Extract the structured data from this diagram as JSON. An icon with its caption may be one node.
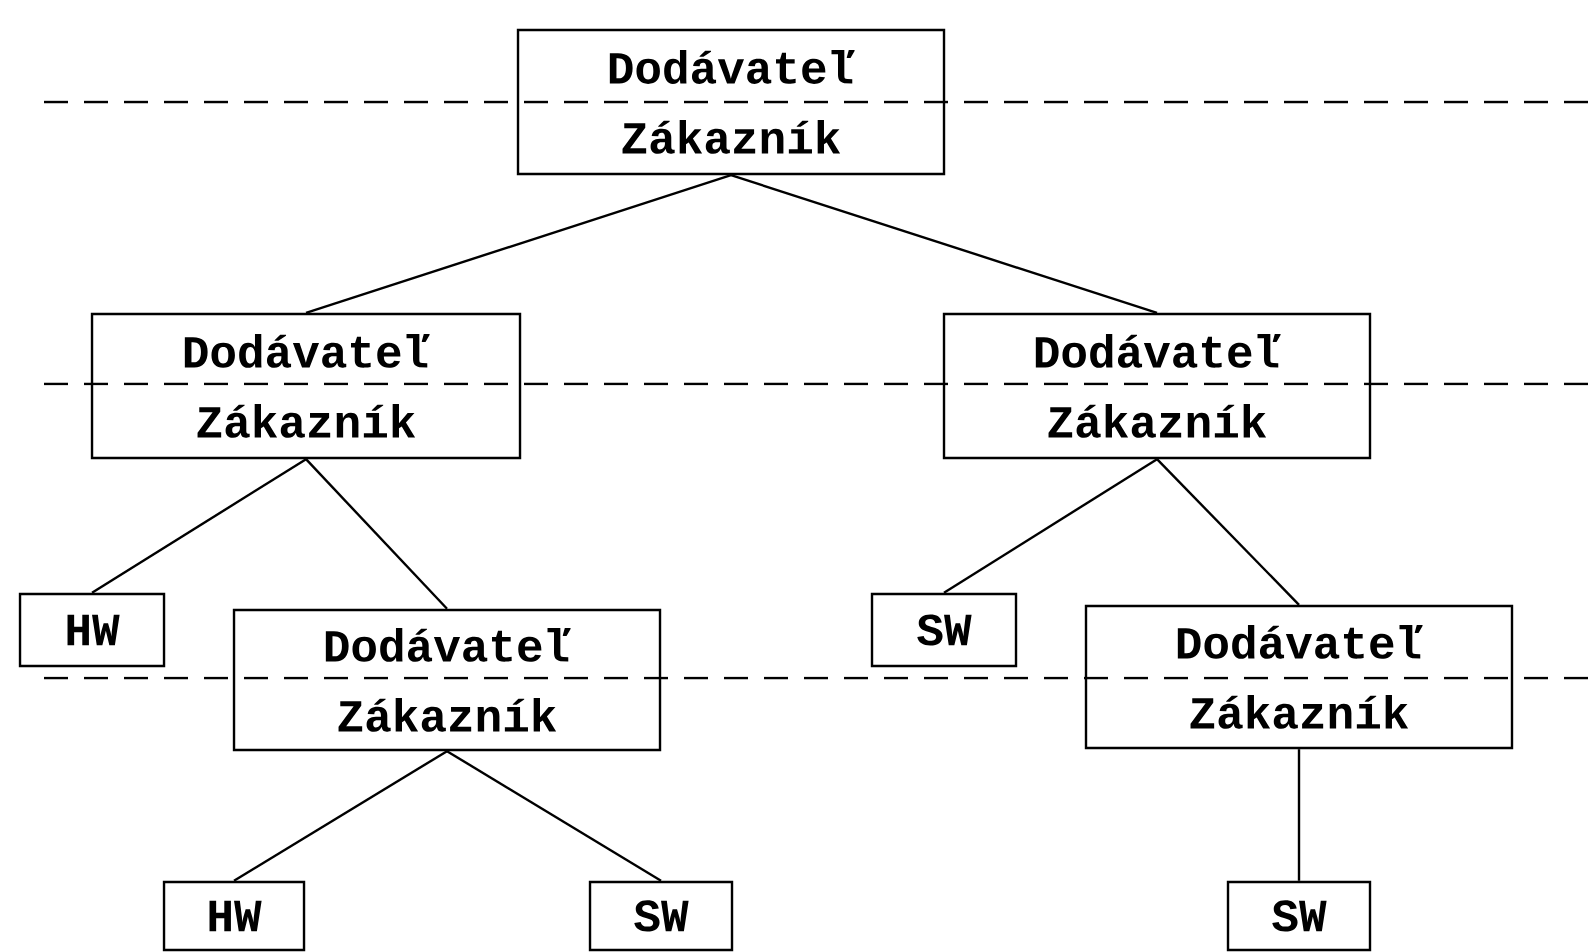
{
  "diagram": {
    "nodes": [
      {
        "text": [
          "Dodávateľ",
          "Zákazník"
        ]
      },
      {
        "text": [
          "Dodávateľ",
          "Zákazník"
        ]
      },
      {
        "text": [
          "Dodávateľ",
          "Zákazník"
        ]
      },
      {
        "text": [
          "HW"
        ]
      },
      {
        "text": [
          "Dodávateľ",
          "Zákazník"
        ]
      },
      {
        "text": [
          "SW"
        ]
      },
      {
        "text": [
          "Dodávateľ",
          "Zákazník"
        ]
      },
      {
        "text": [
          "HW"
        ]
      },
      {
        "text": [
          "SW"
        ]
      },
      {
        "text": [
          "SW"
        ]
      }
    ],
    "edges": [
      {
        "from": 0,
        "to": 1,
        "arrow": "none"
      },
      {
        "from": 0,
        "to": 2,
        "arrow": "none"
      },
      {
        "from": 1,
        "to": 3,
        "arrow": "none"
      },
      {
        "from": 1,
        "to": 4,
        "arrow": "none"
      },
      {
        "from": 2,
        "to": 5,
        "arrow": "none"
      },
      {
        "from": 2,
        "to": 6,
        "arrow": "none"
      },
      {
        "from": 4,
        "to": 7,
        "arrow": "none"
      },
      {
        "from": 4,
        "to": 8,
        "arrow": "none"
      },
      {
        "from": 6,
        "to": 9,
        "arrow": "none"
      }
    ]
  }
}
